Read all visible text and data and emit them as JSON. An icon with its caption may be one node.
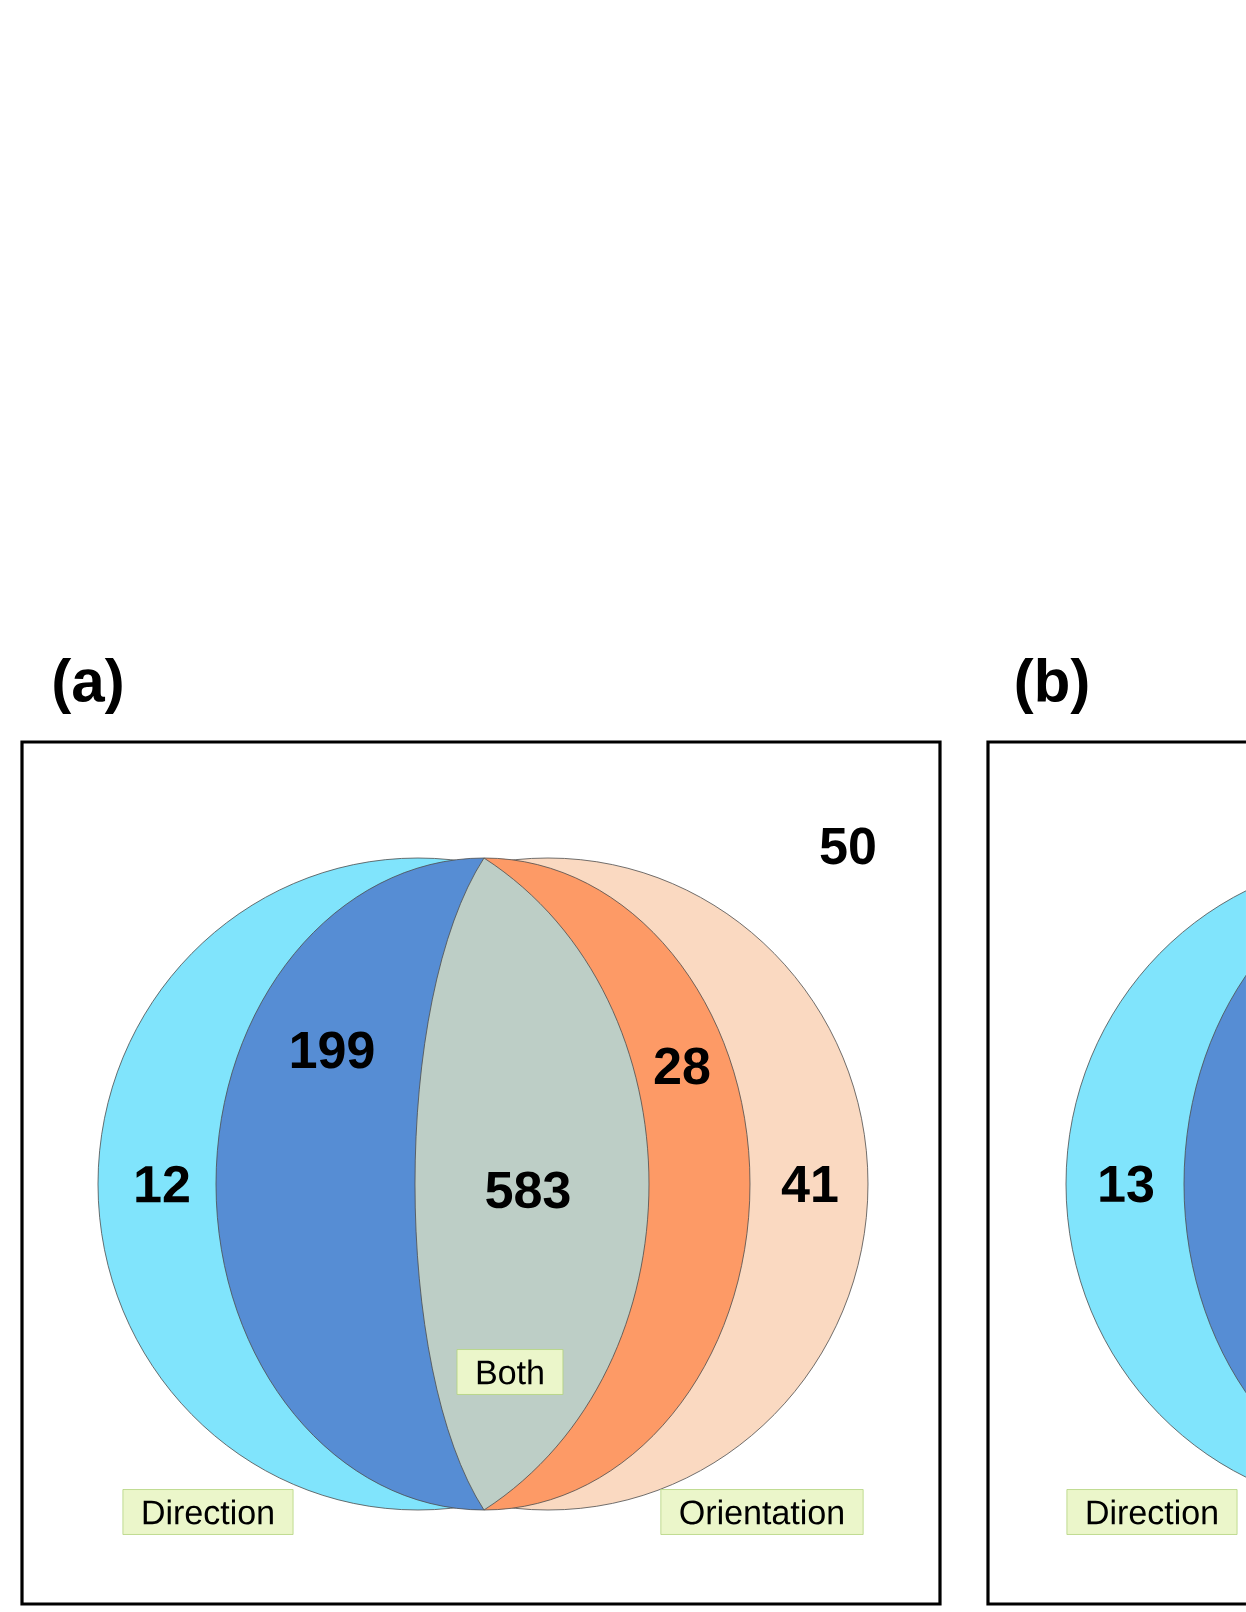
{
  "diagram": {
    "nodes": [
      {
        "text": [
          "Direction"
        ]
      },
      {
        "text": [
          "Both"
        ]
      },
      {
        "text": [
          "Orientation"
        ]
      },
      {
        "text": [
          "Direction"
        ]
      }
    ],
    "labels": [
      "(a)",
      "(b)",
      "50",
      "199",
      "28",
      "12",
      "583",
      "41",
      "13"
    ]
  }
}
